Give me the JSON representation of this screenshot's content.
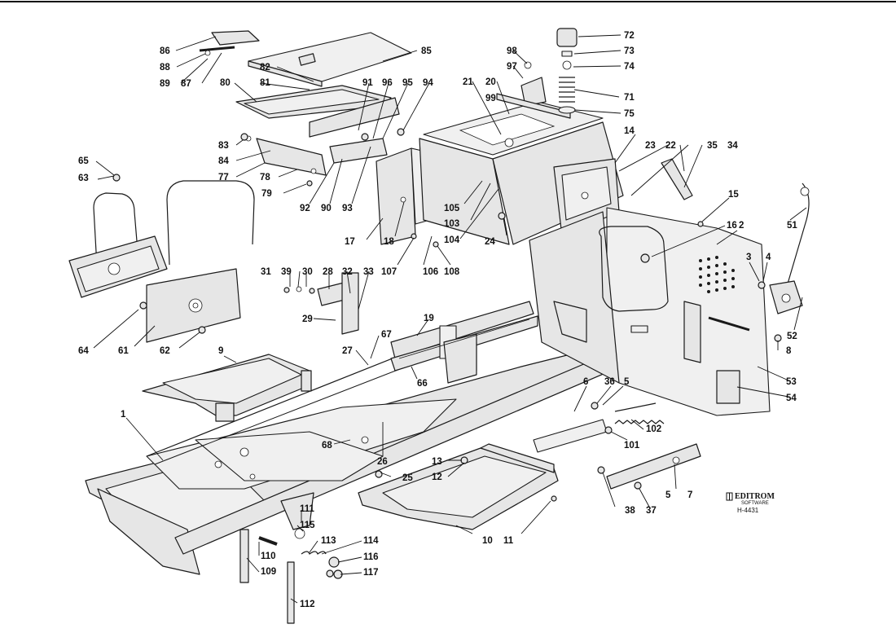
{
  "labels": [
    "1",
    "2",
    "3",
    "4",
    "5",
    "6",
    "7",
    "8",
    "9",
    "10",
    "11",
    "12",
    "13",
    "14",
    "15",
    "16",
    "17",
    "18",
    "19",
    "20",
    "21",
    "22",
    "23",
    "24",
    "25",
    "26",
    "27",
    "28",
    "29",
    "30",
    "31",
    "32",
    "33",
    "34",
    "35",
    "36",
    "37",
    "38",
    "39",
    "51",
    "52",
    "53",
    "54",
    "61",
    "62",
    "63",
    "64",
    "65",
    "66",
    "67",
    "68",
    "71",
    "72",
    "73",
    "74",
    "75",
    "77",
    "78",
    "79",
    "80",
    "81",
    "82",
    "83",
    "84",
    "85",
    "86",
    "87",
    "88",
    "89",
    "90",
    "91",
    "92",
    "93",
    "94",
    "95",
    "96",
    "97",
    "98",
    "99",
    "101",
    "102",
    "103",
    "104",
    "105",
    "106",
    "107",
    "108",
    "109",
    "110",
    "111",
    "112",
    "113",
    "114",
    "115",
    "116",
    "117"
  ],
  "logo": {
    "brand": "EDITROM",
    "sub": "SOFTWARE",
    "code": "H-4431"
  }
}
